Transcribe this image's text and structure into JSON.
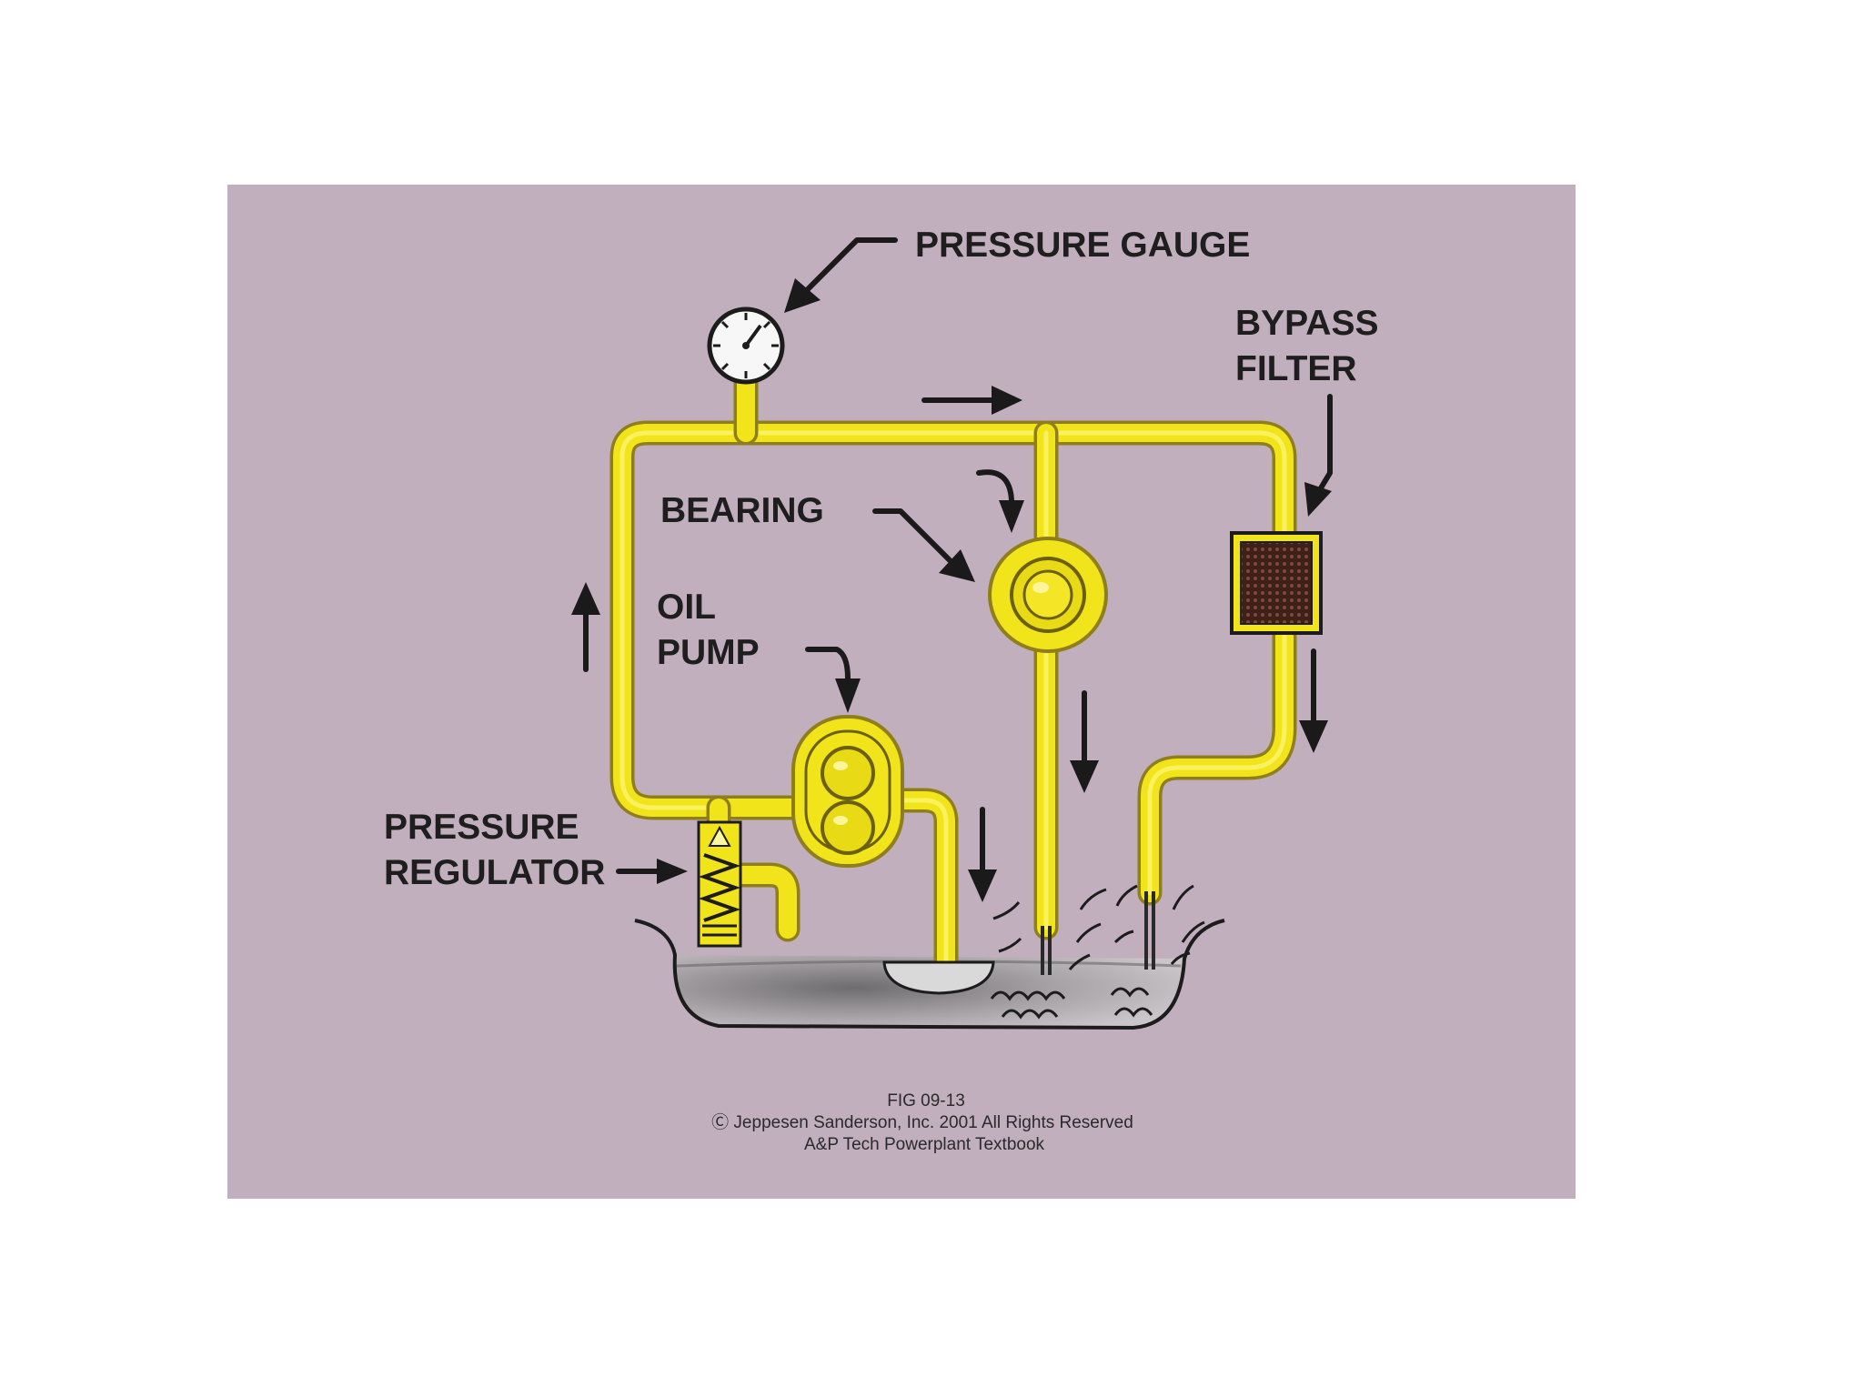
{
  "labels": {
    "pressure_gauge": "PRESSURE GAUGE",
    "bypass_filter_line1": "BYPASS",
    "bypass_filter_line2": "FILTER",
    "bearing": "BEARING",
    "oil_pump_line1": "OIL",
    "oil_pump_line2": "PUMP",
    "pressure_regulator_line1": "PRESSURE",
    "pressure_regulator_line2": "REGULATOR"
  },
  "caption": {
    "fig": "FIG 09-13",
    "copyright": "Ⓒ Jeppesen Sanderson, Inc. 2001 All Rights Reserved",
    "source": "A&P Tech Powerplant Textbook"
  },
  "colors": {
    "panel_background": "#c2afbd",
    "oil_line": "#f1e41a",
    "oil_line_outline": "#8e7f1c",
    "sump_oil": "#a9a5a8",
    "filter_element": "#4a2a22",
    "arrow": "#1a1a1a"
  }
}
